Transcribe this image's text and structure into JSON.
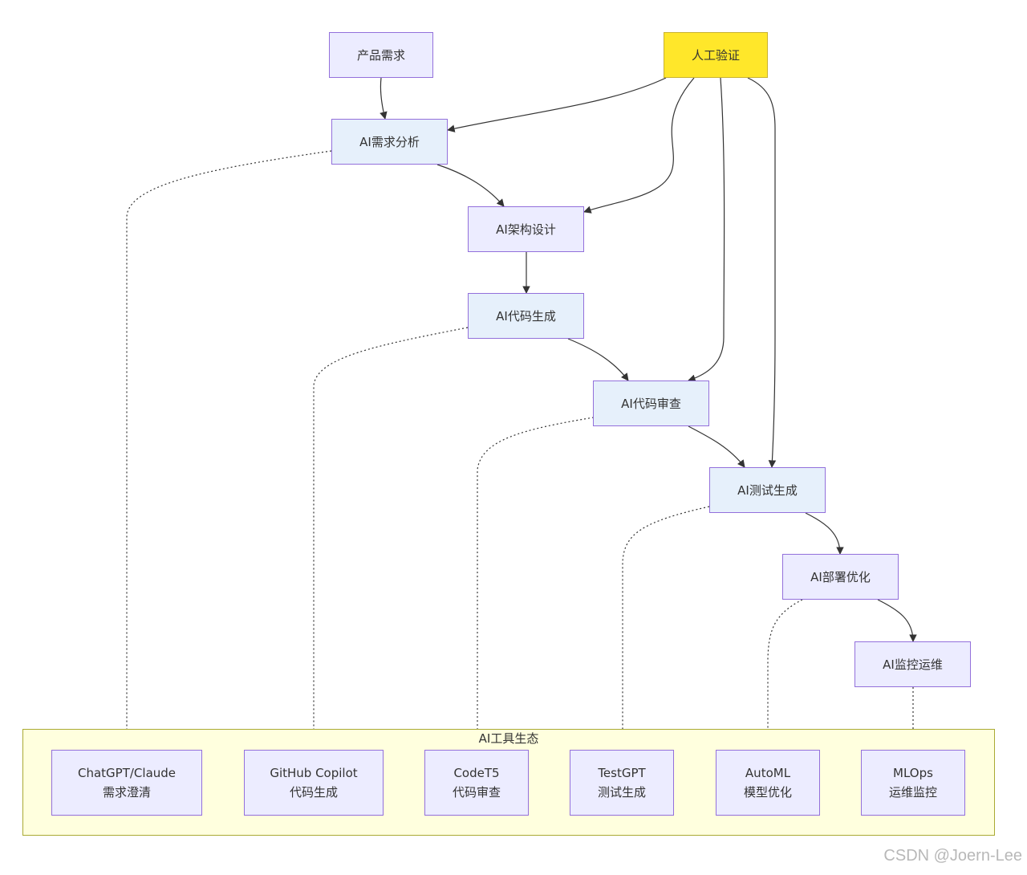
{
  "nodes": {
    "product_req": "产品需求",
    "human_verify": "人工验证",
    "ai_req_analysis": "AI需求分析",
    "ai_arch_design": "AI架构设计",
    "ai_code_gen": "AI代码生成",
    "ai_code_review": "AI代码审查",
    "ai_test_gen": "AI测试生成",
    "ai_deploy_opt": "AI部署优化",
    "ai_monitor_ops": "AI监控运维"
  },
  "cluster": {
    "title": "AI工具生态",
    "tools": [
      {
        "name": "ChatGPT/Claude",
        "desc": "需求澄清"
      },
      {
        "name": "GitHub Copilot",
        "desc": "代码生成"
      },
      {
        "name": "CodeT5",
        "desc": "代码审查"
      },
      {
        "name": "TestGPT",
        "desc": "测试生成"
      },
      {
        "name": "AutoML",
        "desc": "模型优化"
      },
      {
        "name": "MLOps",
        "desc": "运维监控"
      }
    ]
  },
  "edges": [
    {
      "from": "product_req",
      "to": "ai_req_analysis",
      "style": "solid"
    },
    {
      "from": "ai_req_analysis",
      "to": "ai_arch_design",
      "style": "solid"
    },
    {
      "from": "ai_arch_design",
      "to": "ai_code_gen",
      "style": "solid"
    },
    {
      "from": "ai_code_gen",
      "to": "ai_code_review",
      "style": "solid"
    },
    {
      "from": "ai_code_review",
      "to": "ai_test_gen",
      "style": "solid"
    },
    {
      "from": "ai_test_gen",
      "to": "ai_deploy_opt",
      "style": "solid"
    },
    {
      "from": "ai_deploy_opt",
      "to": "ai_monitor_ops",
      "style": "solid"
    },
    {
      "from": "human_verify",
      "to": "ai_req_analysis",
      "style": "solid"
    },
    {
      "from": "human_verify",
      "to": "ai_arch_design",
      "style": "solid"
    },
    {
      "from": "human_verify",
      "to": "ai_code_review",
      "style": "solid"
    },
    {
      "from": "human_verify",
      "to": "ai_test_gen",
      "style": "solid"
    },
    {
      "from": "ai_req_analysis",
      "to": "tool_0",
      "style": "dashed"
    },
    {
      "from": "ai_code_gen",
      "to": "tool_1",
      "style": "dashed"
    },
    {
      "from": "ai_code_review",
      "to": "tool_2",
      "style": "dashed"
    },
    {
      "from": "ai_test_gen",
      "to": "tool_3",
      "style": "dashed"
    },
    {
      "from": "ai_deploy_opt",
      "to": "tool_4",
      "style": "dashed"
    },
    {
      "from": "ai_monitor_ops",
      "to": "tool_5",
      "style": "dashed"
    }
  ],
  "colors": {
    "node_fill": "#ececff",
    "node_fill_blue": "#e6f0fb",
    "node_border": "#9370db",
    "highlight_fill": "#ffe72a",
    "cluster_fill": "#ffffde",
    "cluster_border": "#aaaa33",
    "edge": "#333333"
  },
  "watermark": "CSDN @Joern-Lee"
}
